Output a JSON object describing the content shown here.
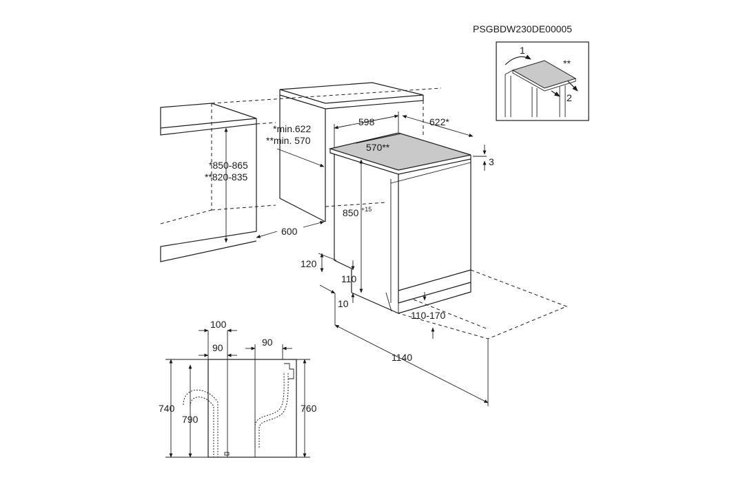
{
  "document_code": "PSGBDW230DE00005",
  "inset": {
    "step_1": "1",
    "step_2": "2",
    "marker": "**"
  },
  "dimensions": {
    "width": "598",
    "depth": "622*",
    "inner_depth": "570**",
    "niche_depth_a": "*min.622",
    "niche_depth_b": "**min. 570",
    "niche_height_a": "*850-865",
    "niche_height_b": "**820-835",
    "niche_width": "600",
    "height": "850",
    "height_tolerance": "+15",
    "top_offset": "3",
    "plinth_front": "120",
    "plinth_inner": "110",
    "feet": "10",
    "plinth_adjust": "110-170",
    "door_open": "1140"
  },
  "side_view": {
    "dim_100": "100",
    "dim_90_left": "90",
    "dim_90_right": "90",
    "height_740": "740",
    "height_790": "790",
    "height_760": "760"
  },
  "colors": {
    "line": "#1a1a1a",
    "top_panel": "#c9c9c9",
    "background": "#ffffff"
  }
}
